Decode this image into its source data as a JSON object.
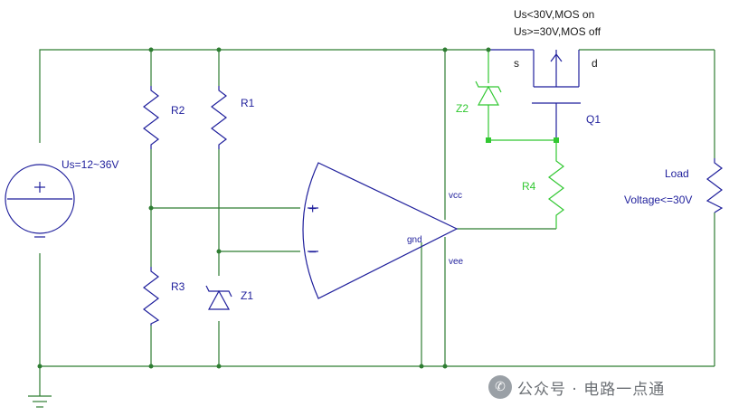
{
  "labels": {
    "condition_on": "Us<30V,MOS on",
    "condition_off": "Us>=30V,MOS off",
    "source": "Us=12~36V",
    "r1": "R1",
    "r2": "R2",
    "r3": "R3",
    "r4": "R4",
    "z1": "Z1",
    "z2": "Z2",
    "q1": "Q1",
    "mos_s": "s",
    "mos_d": "d",
    "vcc": "vcc",
    "vee": "vee",
    "gnd": "gnd",
    "load": "Load",
    "load_voltage": "Voltage<=30V",
    "plus": "+",
    "minus": "−"
  },
  "watermark": {
    "text": "公众号 · 电路一点通",
    "icon": "wechat-icon"
  },
  "colors": {
    "wire": "#2e7d32",
    "component": "#1f1f9c",
    "highlight": "#32c832"
  }
}
